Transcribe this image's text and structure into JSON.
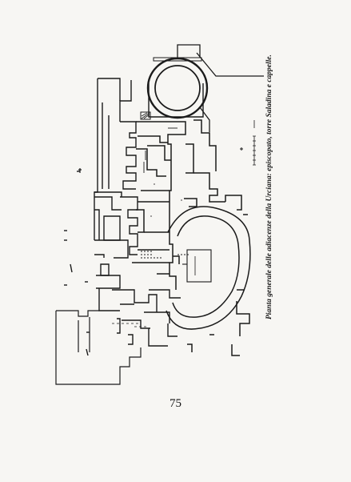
{
  "document": {
    "caption": "Pianta generale delle adiacenze della Urciana: episcopato, torre Saladina e cappelle.",
    "page_number": "75"
  },
  "colors": {
    "ink": "#1b1b1b",
    "paper": "#f7f6f3"
  },
  "icons": {
    "plan": "architectural-floor-plan",
    "scale": "scale-bar",
    "north": "north-arrow"
  }
}
